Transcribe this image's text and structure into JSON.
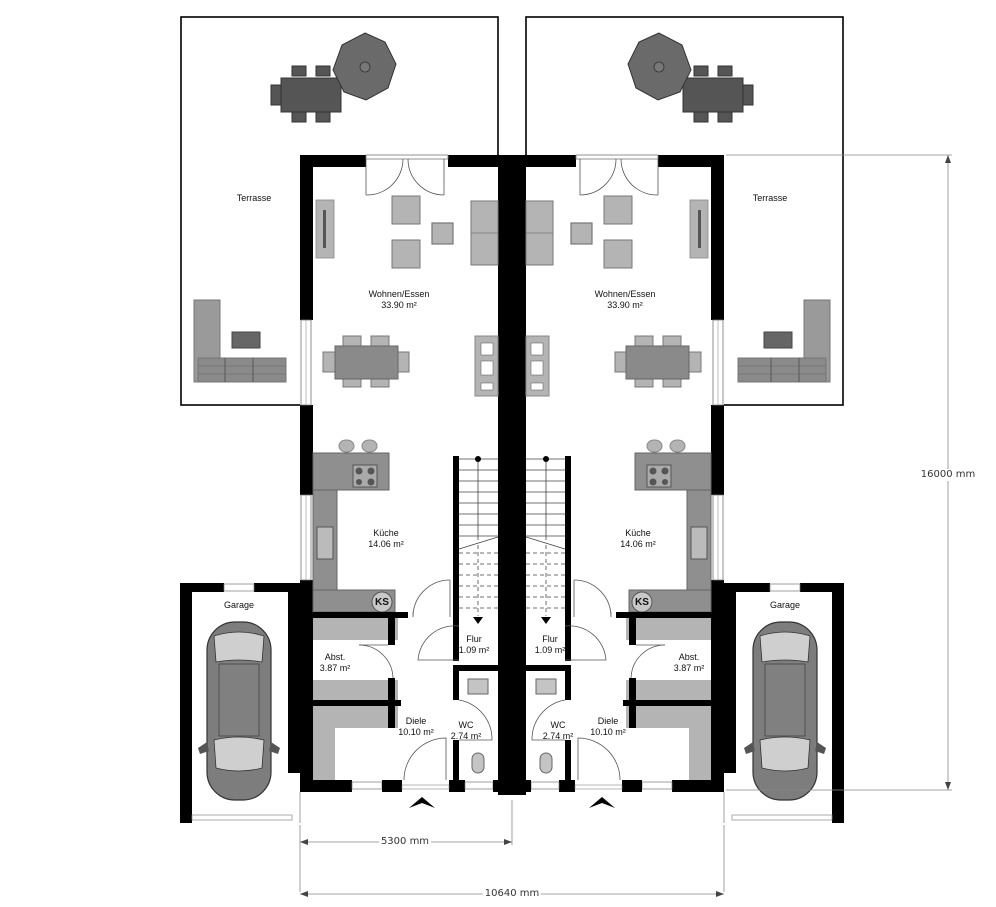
{
  "plan": {
    "type": "floor-plan",
    "description": "Doppelhaus Erdgeschoss (semi-detached house ground floor), mirrored units"
  },
  "units": [
    {
      "side": "left",
      "rooms": {
        "terrasse": {
          "name": "Terrasse"
        },
        "wohnen": {
          "name": "Wohnen/Essen",
          "area": "33.90 m²"
        },
        "kueche": {
          "name": "Küche",
          "area": "14.06 m²"
        },
        "abst": {
          "name": "Abst.",
          "area": "3.87 m²"
        },
        "flur": {
          "name": "Flur",
          "area": "1.09 m²"
        },
        "diele": {
          "name": "Diele",
          "area": "10.10 m²"
        },
        "wc": {
          "name": "WC",
          "area": "2.74 m²"
        },
        "garage": {
          "name": "Garage"
        }
      },
      "ks_label": "KS"
    },
    {
      "side": "right",
      "rooms": {
        "terrasse": {
          "name": "Terrasse"
        },
        "wohnen": {
          "name": "Wohnen/Essen",
          "area": "33.90 m²"
        },
        "kueche": {
          "name": "Küche",
          "area": "14.06 m²"
        },
        "abst": {
          "name": "Abst.",
          "area": "3.87 m²"
        },
        "flur": {
          "name": "Flur",
          "area": "1.09 m²"
        },
        "diele": {
          "name": "Diele",
          "area": "10.10 m²"
        },
        "wc": {
          "name": "WC",
          "area": "2.74 m²"
        },
        "garage": {
          "name": "Garage"
        }
      },
      "ks_label": "KS"
    }
  ],
  "dimensions": {
    "unit_width": "5300 mm",
    "total_width": "10640 mm",
    "depth": "16000 mm"
  },
  "colors": {
    "wall": "#000000",
    "furniture_fill": "#b4b4b4",
    "furniture_dark": "#7a7a7a",
    "dim_line": "#888888",
    "background": "#ffffff"
  }
}
